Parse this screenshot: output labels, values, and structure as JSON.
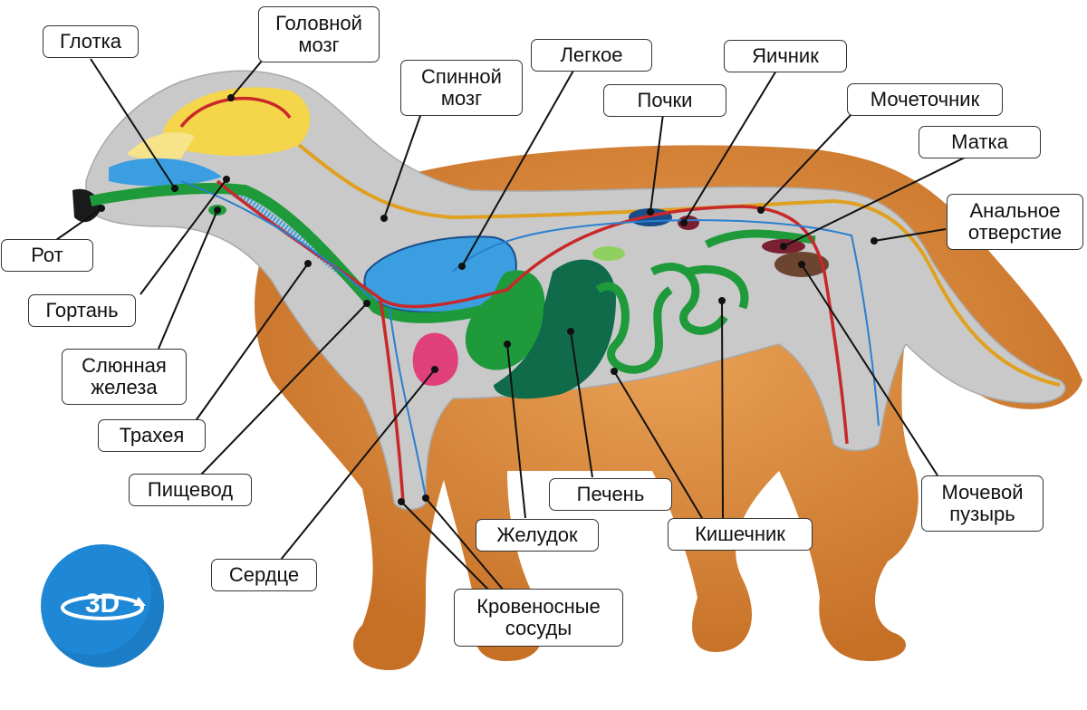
{
  "labels": {
    "glotka": "Глотка",
    "golovnoy_mozg": [
      "Головной",
      "мозг"
    ],
    "spinnoy_mozg": [
      "Спинной",
      "мозг"
    ],
    "legkoe": "Легкое",
    "pochki": "Почки",
    "yaichnik": "Яичник",
    "mochetochnik": "Мочеточник",
    "matka": "Матка",
    "analnoe": [
      "Анальное",
      "отверстие"
    ],
    "rot": "Рот",
    "gortan": "Гортань",
    "slyunnaya": [
      "Слюнная",
      "железа"
    ],
    "traheya": "Трахея",
    "pischevod": "Пищевод",
    "serdtse": "Сердце",
    "krovenosnye": [
      "Кровеносные",
      "сосуды"
    ],
    "zheludok": "Желудок",
    "pechen": "Печень",
    "kishechnik": "Кишечник",
    "mochevoy": [
      "Мочевой",
      "пузырь"
    ]
  },
  "badge": {
    "text": "3D",
    "color": "#1e88d6"
  },
  "colors": {
    "dog_fur": "#d98a3a",
    "body_overlay": "#c8c8c8",
    "brain": "#f5d54a",
    "digestive": "#1f9a3a",
    "liver": "#0f6b4a",
    "lung": "#3a9ee0",
    "artery": "#c8282a",
    "vein": "#2a7fd0",
    "nerve": "#f2e86a",
    "spinal": "#e0a020",
    "heart": "#e0407a",
    "kidney": "#7a2030",
    "bladder": "#6b4530"
  }
}
